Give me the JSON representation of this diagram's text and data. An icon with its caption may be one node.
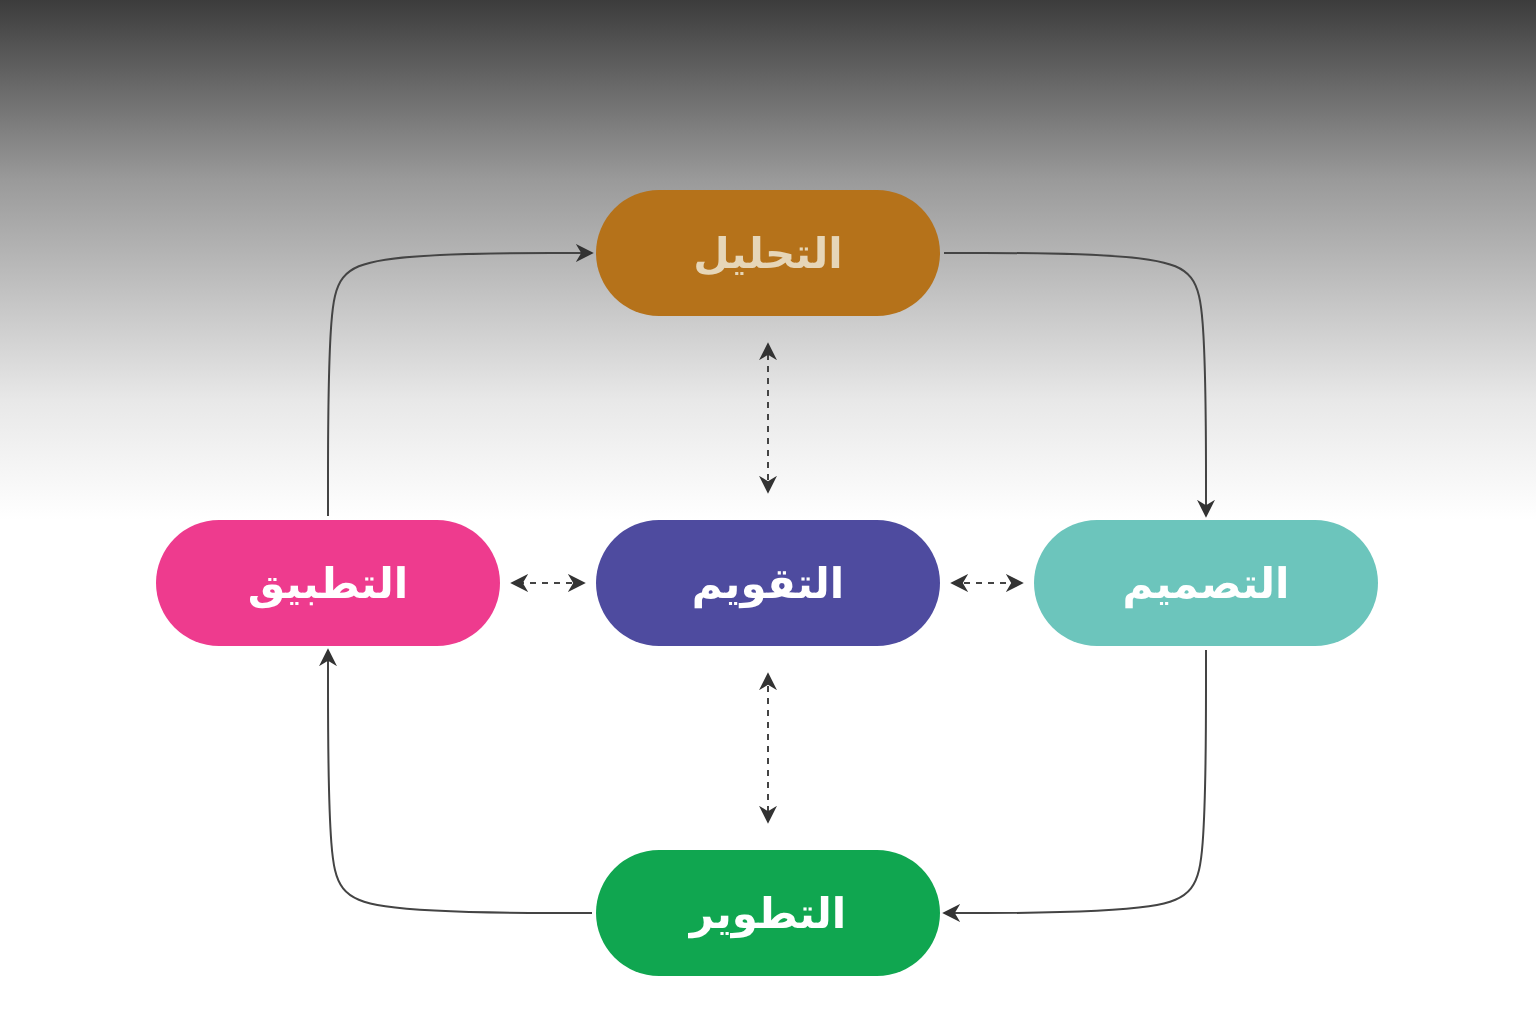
{
  "diagram": {
    "nodes": [
      {
        "text": [
          "التحليل"
        ]
      },
      {
        "text": [
          "التصميم"
        ]
      },
      {
        "text": [
          "التطوير"
        ]
      },
      {
        "text": [
          "التطبيق"
        ]
      },
      {
        "text": [
          "التقويم"
        ]
      }
    ],
    "edges": [
      {
        "from": 0,
        "to": 1,
        "arrow": "to"
      },
      {
        "from": 1,
        "to": 2,
        "arrow": "to"
      },
      {
        "from": 2,
        "to": 3,
        "arrow": "to"
      },
      {
        "from": 3,
        "to": 0,
        "arrow": "to"
      },
      {
        "from": 4,
        "to": 0,
        "arrow": "both",
        "style": "dashed"
      },
      {
        "from": 4,
        "to": 1,
        "arrow": "both",
        "style": "dashed"
      },
      {
        "from": 4,
        "to": 2,
        "arrow": "both",
        "style": "dashed"
      },
      {
        "from": 4,
        "to": 3,
        "arrow": "both",
        "style": "dashed"
      }
    ]
  }
}
